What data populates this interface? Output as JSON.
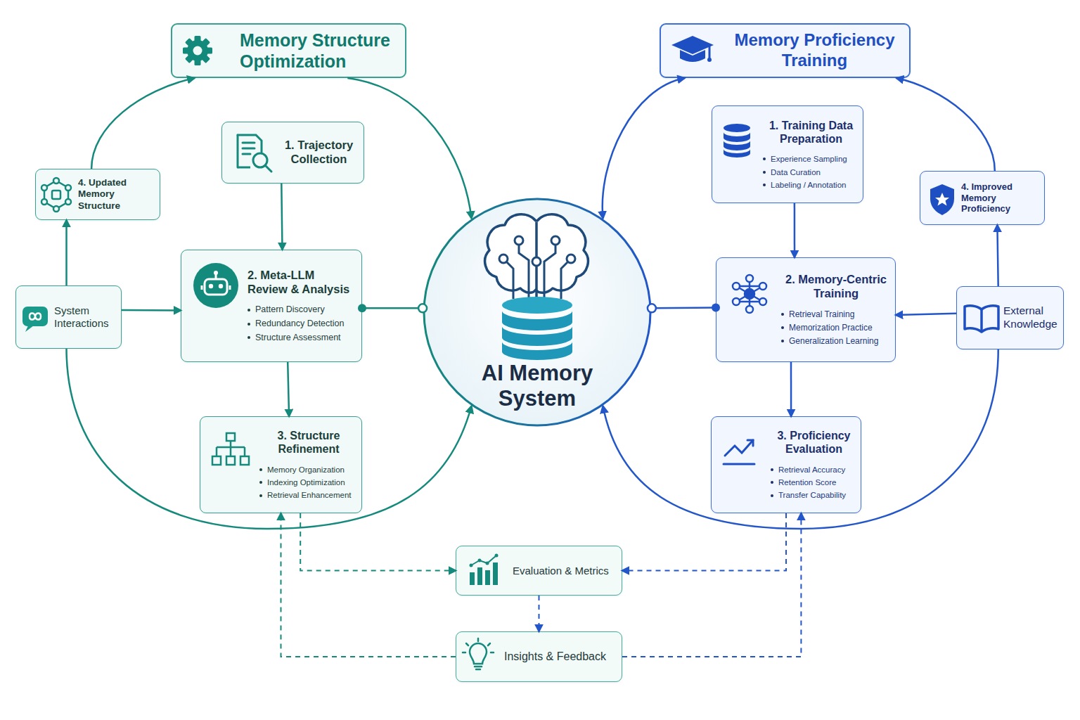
{
  "diagram": {
    "nodes": [
      {
        "text": [
          "Memory Structure Optimization"
        ]
      },
      {
        "text": [
          "Memory Proficiency Training"
        ]
      },
      {
        "text": [
          "1. Trajectory Collection"
        ]
      },
      {
        "text": [
          "4. Updated Memory Structure"
        ]
      },
      {
        "text": [
          "2. Meta-LLM Review & Analysis",
          "Pattern Discovery",
          "Redundancy Detection",
          "Structure Assessment"
        ]
      },
      {
        "text": [
          "System Interactions"
        ]
      },
      {
        "text": [
          "3. Structure Refinement",
          "Memory Organization",
          "Indexing Optimization",
          "Retrieval Enhancement"
        ]
      },
      {
        "text": [
          "AI Memory System"
        ]
      },
      {
        "text": [
          "1. Training Data Preparation",
          "Experience Sampling",
          "Data Curation",
          "Labeling / Annotation"
        ]
      },
      {
        "text": [
          "4. Improved Memory Proficiency"
        ]
      },
      {
        "text": [
          "2. Memory-Centric Training",
          "Retrieval Training",
          "Memorization Practice",
          "Generalization Learning"
        ]
      },
      {
        "text": [
          "External Knowledge"
        ]
      },
      {
        "text": [
          "3. Proficiency Evaluation",
          "Retrieval Accuracy",
          "Retention Score",
          "Transfer Capability"
        ]
      },
      {
        "text": [
          "Evaluation & Metrics"
        ]
      },
      {
        "text": [
          "Insights & Feedback"
        ]
      }
    ],
    "edges": [
      {
        "from": 2,
        "to": 4,
        "arrow": "to"
      },
      {
        "from": 4,
        "to": 6,
        "arrow": "to"
      },
      {
        "from": 5,
        "to": 4,
        "arrow": "to"
      },
      {
        "from": 4,
        "to": 7,
        "arrow": "none"
      },
      {
        "from": 5,
        "to": 3,
        "arrow": "to"
      },
      {
        "from": 3,
        "to": 0,
        "arrow": "to"
      },
      {
        "from": 0,
        "to": 7,
        "arrow": "to"
      },
      {
        "from": 5,
        "to": 7,
        "arrow": "to"
      },
      {
        "from": 8,
        "to": 10,
        "arrow": "to"
      },
      {
        "from": 10,
        "to": 12,
        "arrow": "to"
      },
      {
        "from": 11,
        "to": 10,
        "arrow": "to"
      },
      {
        "from": 10,
        "to": 7,
        "arrow": "none"
      },
      {
        "from": 11,
        "to": 9,
        "arrow": "to"
      },
      {
        "from": 9,
        "to": 1,
        "arrow": "to"
      },
      {
        "from": 1,
        "to": 7,
        "arrow": "both"
      },
      {
        "from": 11,
        "to": 7,
        "arrow": "to"
      },
      {
        "from": 6,
        "to": 13,
        "arrow": "to"
      },
      {
        "from": 12,
        "to": 13,
        "arrow": "to"
      },
      {
        "from": 13,
        "to": 14,
        "arrow": "to"
      },
      {
        "from": 14,
        "to": 6,
        "arrow": "to"
      },
      {
        "from": 14,
        "to": 12,
        "arrow": "to"
      }
    ]
  }
}
